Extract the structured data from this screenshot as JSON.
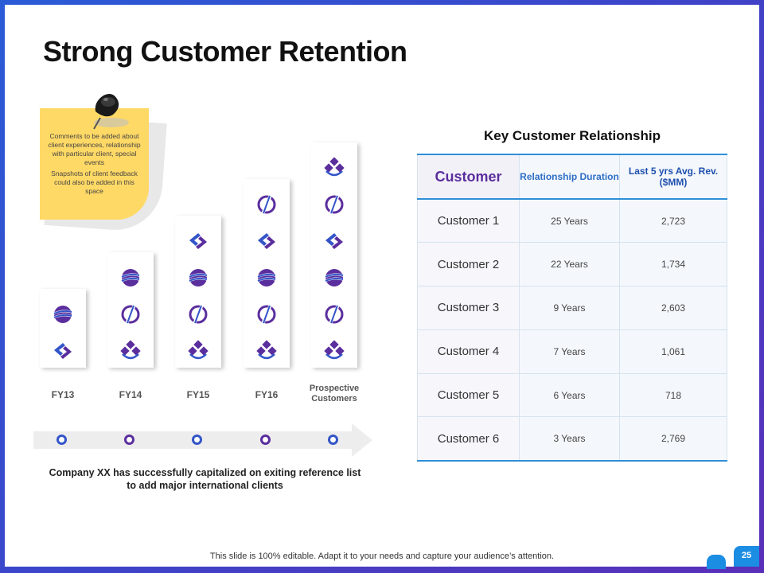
{
  "slide": {
    "title": "Strong Customer Retention",
    "page_number": "25",
    "footer": "This slide is 100% editable. Adapt it to your needs and capture your audience’s attention.",
    "colors": {
      "blue": "#3355c8",
      "purple": "#5b2e9e",
      "accent": "#1b8de3",
      "note": "#ffd966"
    }
  },
  "note": {
    "text1": "Comments to be added about client experiences, relationship with particular client, special events",
    "text2": "Snapshots of client feedback could also be added in this space"
  },
  "columns": [
    {
      "label": "FY13",
      "logos": [
        "orbit-logo",
        "swoosh-logo"
      ]
    },
    {
      "label": "FY14",
      "logos": [
        "orbit-logo",
        "ring-logo",
        "diamond-logo"
      ]
    },
    {
      "label": "FY15",
      "logos": [
        "swoosh-logo",
        "orbit-logo",
        "ring-logo",
        "diamond-logo"
      ]
    },
    {
      "label": "FY16",
      "logos": [
        "ring-logo",
        "swoosh-logo",
        "orbit-logo",
        "ring-logo",
        "diamond-logo"
      ]
    },
    {
      "label": "Prospective Customers",
      "logos": [
        "diamond-logo",
        "ring-logo",
        "swoosh-logo",
        "orbit-logo",
        "ring-logo",
        "diamond-logo"
      ]
    }
  ],
  "caption": "Company XX has successfully capitalized on exiting reference list to add major international clients",
  "table": {
    "title": "Key Customer Relationship",
    "headers": [
      "Customer",
      "Relationship Duration",
      "Last 5 yrs Avg. Rev. ($MM)"
    ],
    "rows": [
      [
        "Customer 1",
        "25 Years",
        "2,723"
      ],
      [
        "Customer 2",
        "22 Years",
        "1,734"
      ],
      [
        "Customer 3",
        "9 Years",
        "2,603"
      ],
      [
        "Customer 4",
        "7 Years",
        "1,061"
      ],
      [
        "Customer 5",
        "6 Years",
        "718"
      ],
      [
        "Customer 6",
        "3 Years",
        "2,769"
      ]
    ]
  }
}
